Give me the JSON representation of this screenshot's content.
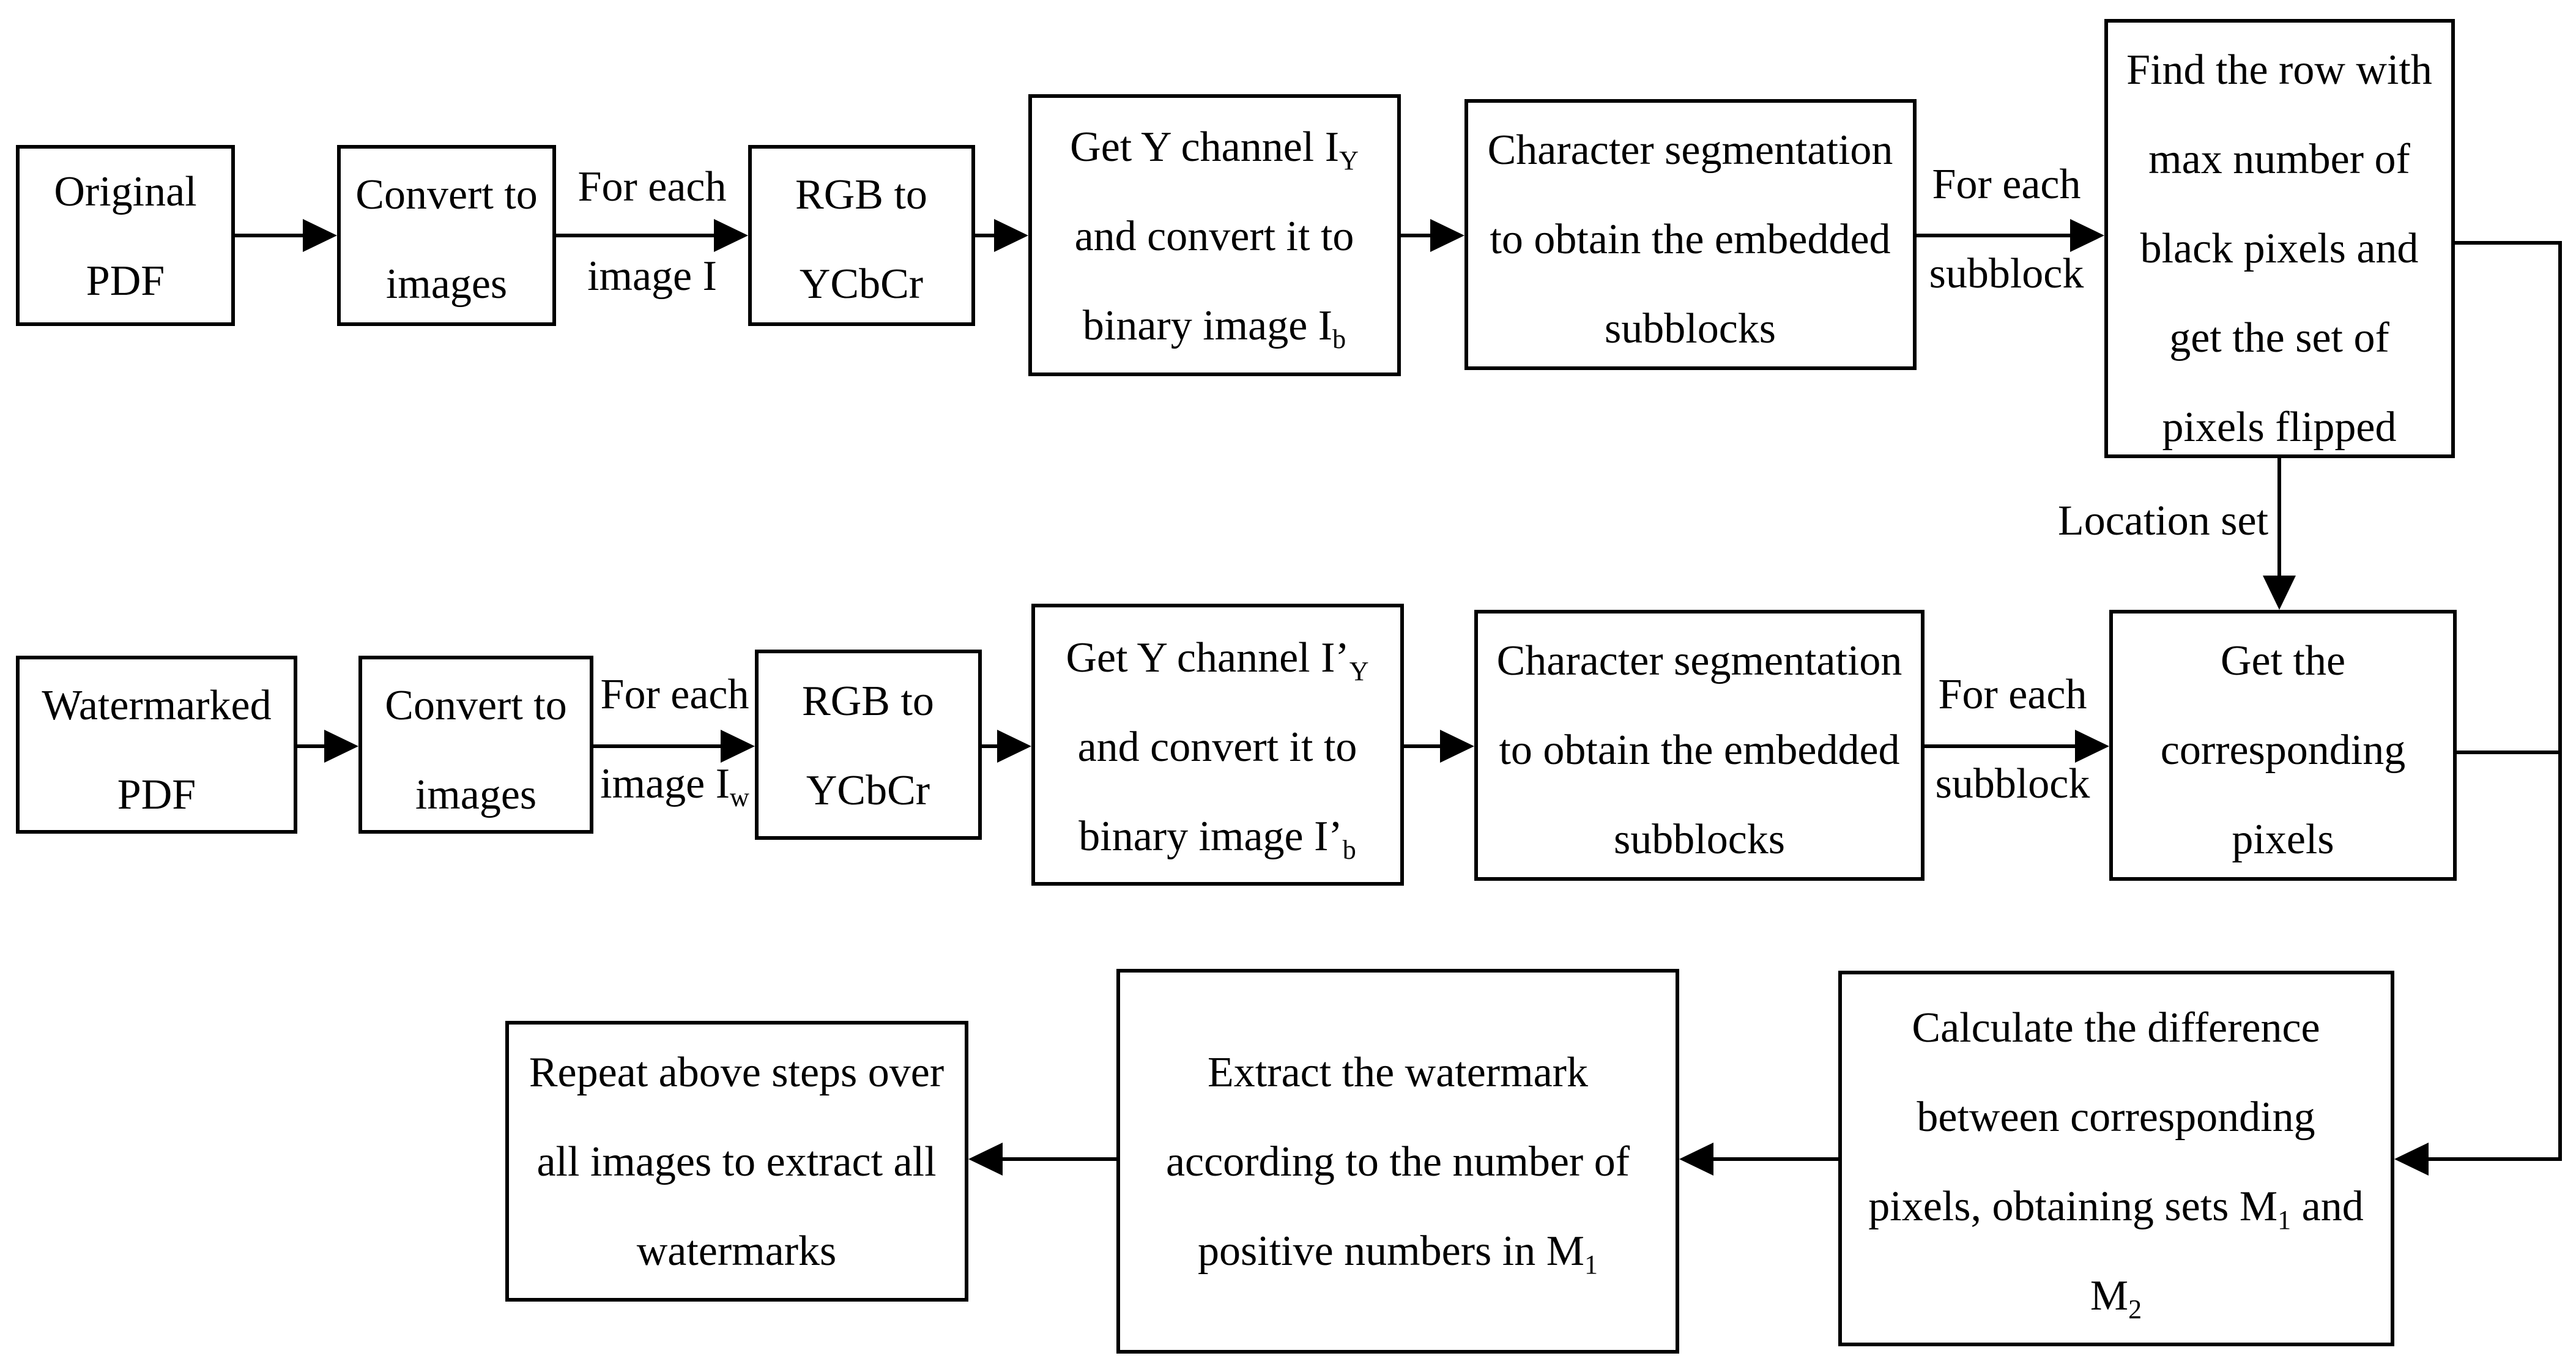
{
  "nodes": {
    "original_pdf": {
      "lines": [
        [
          {
            "t": "Original"
          }
        ],
        [
          {
            "t": "PDF"
          }
        ]
      ]
    },
    "convert_top": {
      "lines": [
        [
          {
            "t": "Convert to"
          }
        ],
        [
          {
            "t": "images"
          }
        ]
      ]
    },
    "rgb_top": {
      "lines": [
        [
          {
            "t": "RGB to"
          }
        ],
        [
          {
            "t": "YCbCr"
          }
        ]
      ]
    },
    "ychannel_top": {
      "lines": [
        [
          {
            "t": "Get Y channel I"
          },
          {
            "t": "Y",
            "sub": true
          }
        ],
        [
          {
            "t": "and convert it to"
          }
        ],
        [
          {
            "t": "binary image I"
          },
          {
            "t": "b",
            "sub": true
          }
        ]
      ]
    },
    "segment_top": {
      "lines": [
        [
          {
            "t": "Character segmentation"
          }
        ],
        [
          {
            "t": "to obtain the embedded"
          }
        ],
        [
          {
            "t": "subblocks"
          }
        ]
      ]
    },
    "findrow": {
      "lines": [
        [
          {
            "t": "Find the row with"
          }
        ],
        [
          {
            "t": "max number of"
          }
        ],
        [
          {
            "t": "black pixels and"
          }
        ],
        [
          {
            "t": "get the set of"
          }
        ],
        [
          {
            "t": "pixels flipped"
          }
        ]
      ]
    },
    "watermarked_pdf": {
      "lines": [
        [
          {
            "t": "Watermarked"
          }
        ],
        [
          {
            "t": "PDF"
          }
        ]
      ]
    },
    "convert_bottom": {
      "lines": [
        [
          {
            "t": "Convert to"
          }
        ],
        [
          {
            "t": "images"
          }
        ]
      ]
    },
    "rgb_bottom": {
      "lines": [
        [
          {
            "t": "RGB to"
          }
        ],
        [
          {
            "t": "YCbCr"
          }
        ]
      ]
    },
    "ychannel_bottom": {
      "lines": [
        [
          {
            "t": "Get Y channel I’"
          },
          {
            "t": "Y",
            "sub": true
          }
        ],
        [
          {
            "t": "and convert it to"
          }
        ],
        [
          {
            "t": "binary image I’"
          },
          {
            "t": "b",
            "sub": true
          }
        ]
      ]
    },
    "segment_bottom": {
      "lines": [
        [
          {
            "t": "Character segmentation"
          }
        ],
        [
          {
            "t": "to obtain the embedded"
          }
        ],
        [
          {
            "t": "subblocks"
          }
        ]
      ]
    },
    "corresponding": {
      "lines": [
        [
          {
            "t": "Get the"
          }
        ],
        [
          {
            "t": "corresponding"
          }
        ],
        [
          {
            "t": "pixels"
          }
        ]
      ]
    },
    "calculate": {
      "lines": [
        [
          {
            "t": "Calculate the difference"
          }
        ],
        [
          {
            "t": "between corresponding"
          }
        ],
        [
          {
            "t": "pixels, obtaining sets M"
          },
          {
            "t": "1",
            "sub": true
          },
          {
            "t": " and"
          }
        ],
        [
          {
            "t": "M"
          },
          {
            "t": "2",
            "sub": true
          }
        ]
      ]
    },
    "extract": {
      "lines": [
        [
          {
            "t": "Extract the watermark"
          }
        ],
        [
          {
            "t": "according to the number of"
          }
        ],
        [
          {
            "t": "positive numbers in M"
          },
          {
            "t": "1",
            "sub": true
          }
        ]
      ]
    },
    "repeat": {
      "lines": [
        [
          {
            "t": "Repeat above steps over"
          }
        ],
        [
          {
            "t": "all images to extract all"
          }
        ],
        [
          {
            "t": "watermarks"
          }
        ]
      ]
    }
  },
  "edge_labels": {
    "for_each_image_top": {
      "lines": [
        [
          {
            "t": "For each"
          }
        ],
        [
          {
            "t": "image I"
          }
        ]
      ]
    },
    "for_each_subblock_top": {
      "lines": [
        [
          {
            "t": "For each"
          }
        ],
        [
          {
            "t": "subblock"
          }
        ]
      ]
    },
    "location_set": {
      "lines": [
        [
          {
            "t": "Location set"
          }
        ]
      ]
    },
    "for_each_image_bottom": {
      "lines": [
        [
          {
            "t": "For each"
          }
        ],
        [
          {
            "t": "image I"
          },
          {
            "t": "w",
            "sub": true
          }
        ]
      ]
    },
    "for_each_subblock_bottom": {
      "lines": [
        [
          {
            "t": "For each"
          }
        ],
        [
          {
            "t": "subblock"
          }
        ]
      ]
    }
  }
}
